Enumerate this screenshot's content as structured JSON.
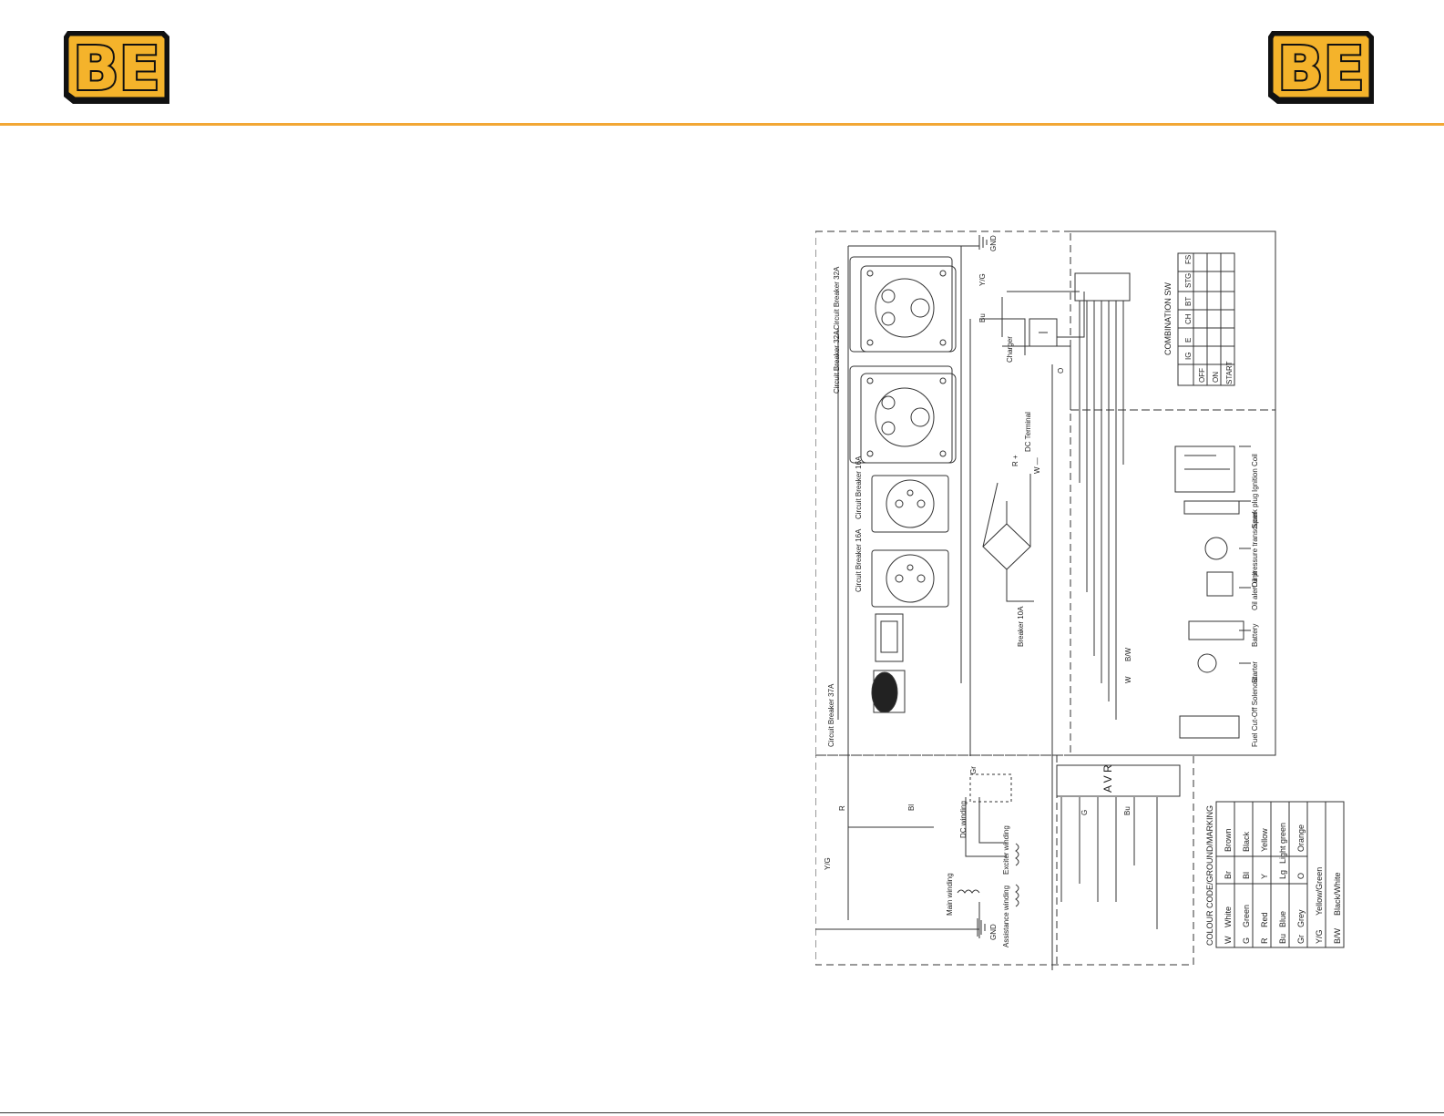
{
  "header": {
    "logo_left_text": "BE",
    "logo_right_text": "BE",
    "accent_color": "#f2a735",
    "logo_fill": "#f4b32b",
    "logo_outline": "#111111"
  },
  "diagram": {
    "labels": {
      "gnd_top": "GND",
      "gnd_bottom": "GND",
      "yg_top": "Y/G",
      "yg_bottom": "Y/G",
      "bu_wire": "Bu",
      "charger": "Charger",
      "breaker_32a_1": "Circuit Breaker 32A",
      "breaker_32a_2": "Circuit Breaker 32A",
      "breaker_16a_1": "Circuit Breaker 16A",
      "breaker_16a_2": "Circuit Breaker 16A",
      "breaker_37a": "Circuit Breaker 37A",
      "breaker_10a": "Breaker 10A",
      "dc_terminal": "DC Terminal",
      "r_plus": "R +",
      "w_minus": "W —",
      "combination_sw": "COMBINATION SW",
      "ignition_coil": "Ignition Coil",
      "spark_plug": "Spark plug",
      "oil_pressure": "Oil pressure transducer",
      "oil_alert": "Oil alert unit",
      "battery": "Battery",
      "starter": "Starter",
      "fuel_cutoff": "Fuel Cut-Off Solenoid",
      "avr": "A V R",
      "main_winding": "Main winding",
      "exciter_winding": "Exciter winding",
      "assistance_winding": "Assistance winding",
      "dc_winding": "DC winding",
      "wire_r": "R",
      "wire_bl": "Bl",
      "wire_o": "O",
      "wire_gr": "Gr",
      "wire_w": "W",
      "wire_bw": "B/W",
      "wire_g": "G",
      "wire_bu": "Bu"
    },
    "switch_table": {
      "header": [
        "IG",
        "E",
        "CH",
        "BT",
        "ST",
        "G",
        "FS"
      ],
      "rows": [
        "OFF",
        "ON",
        "START"
      ]
    },
    "colour_table": {
      "title": "COLOUR CODE/GROUND/MARKING",
      "rows": [
        [
          "W",
          "White",
          "Br",
          "Brown"
        ],
        [
          "G",
          "Green",
          "Bl",
          "Black"
        ],
        [
          "R",
          "Red",
          "Y",
          "Yellow"
        ],
        [
          "Bu",
          "Blue",
          "Lg",
          "Light green"
        ],
        [
          "Gr",
          "Grey",
          "O",
          "Orange"
        ],
        [
          "Y/G",
          "Yellow/Green",
          "",
          ""
        ],
        [
          "B/W",
          "Black/White",
          "",
          ""
        ]
      ]
    }
  }
}
